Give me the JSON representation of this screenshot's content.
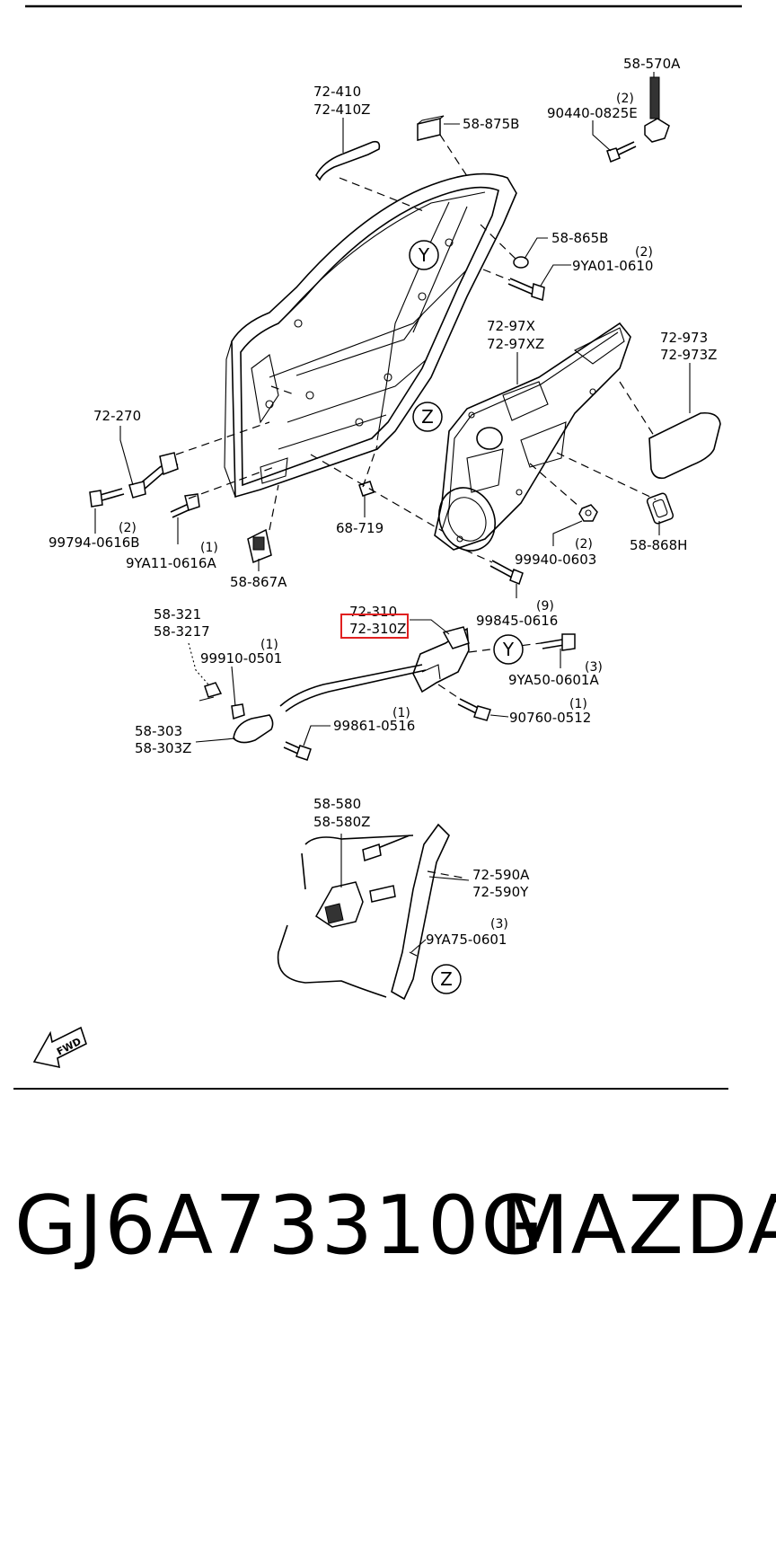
{
  "callouts": {
    "c_58_570A": "58-570A",
    "c_90440": "90440-0825E",
    "q_90440": "(2)",
    "c_72_410": "72-410",
    "c_72_410Z": "72-410Z",
    "c_58_875B": "58-875B",
    "c_58_865B": "58-865B",
    "c_9YA01": "9YA01-0610",
    "q_9YA01": "(2)",
    "c_72_97X": "72-97X",
    "c_72_97XZ": "72-97XZ",
    "c_72_973": "72-973",
    "c_72_973Z": "72-973Z",
    "c_72_270": "72-270",
    "c_99794": "99794-0616B",
    "q_99794": "(2)",
    "c_9YA11": "9YA11-0616A",
    "q_9YA11": "(1)",
    "c_68_719": "68-719",
    "c_58_867A": "58-867A",
    "c_99940": "99940-0603",
    "q_99940": "(2)",
    "c_58_868H": "58-868H",
    "c_99845": "99845-0616",
    "q_99845": "(9)",
    "c_72_310": "72-310",
    "c_72_310Z": "72-310Z",
    "c_58_321": "58-321",
    "c_58_3217": "58-3217",
    "c_99910": "99910-0501",
    "q_99910": "(1)",
    "c_9YA50": "9YA50-0601A",
    "q_9YA50": "(3)",
    "c_90760": "90760-0512",
    "q_90760": "(1)",
    "c_58_303": "58-303",
    "c_58_303Z": "58-303Z",
    "c_99861": "99861-0516",
    "q_99861": "(1)",
    "c_58_580": "58-580",
    "c_58_580Z": "58-580Z",
    "c_72_590A": "72-590A",
    "c_72_590Y": "72-590Y",
    "c_9YA75": "9YA75-0601",
    "q_9YA75": "(3)"
  },
  "refs": {
    "y": "Y",
    "z": "Z"
  },
  "fwd": "FWD",
  "highlight_color": "#e02020",
  "caption": {
    "part_number": "GJ6A73310G",
    "brand": "MAZDA"
  }
}
